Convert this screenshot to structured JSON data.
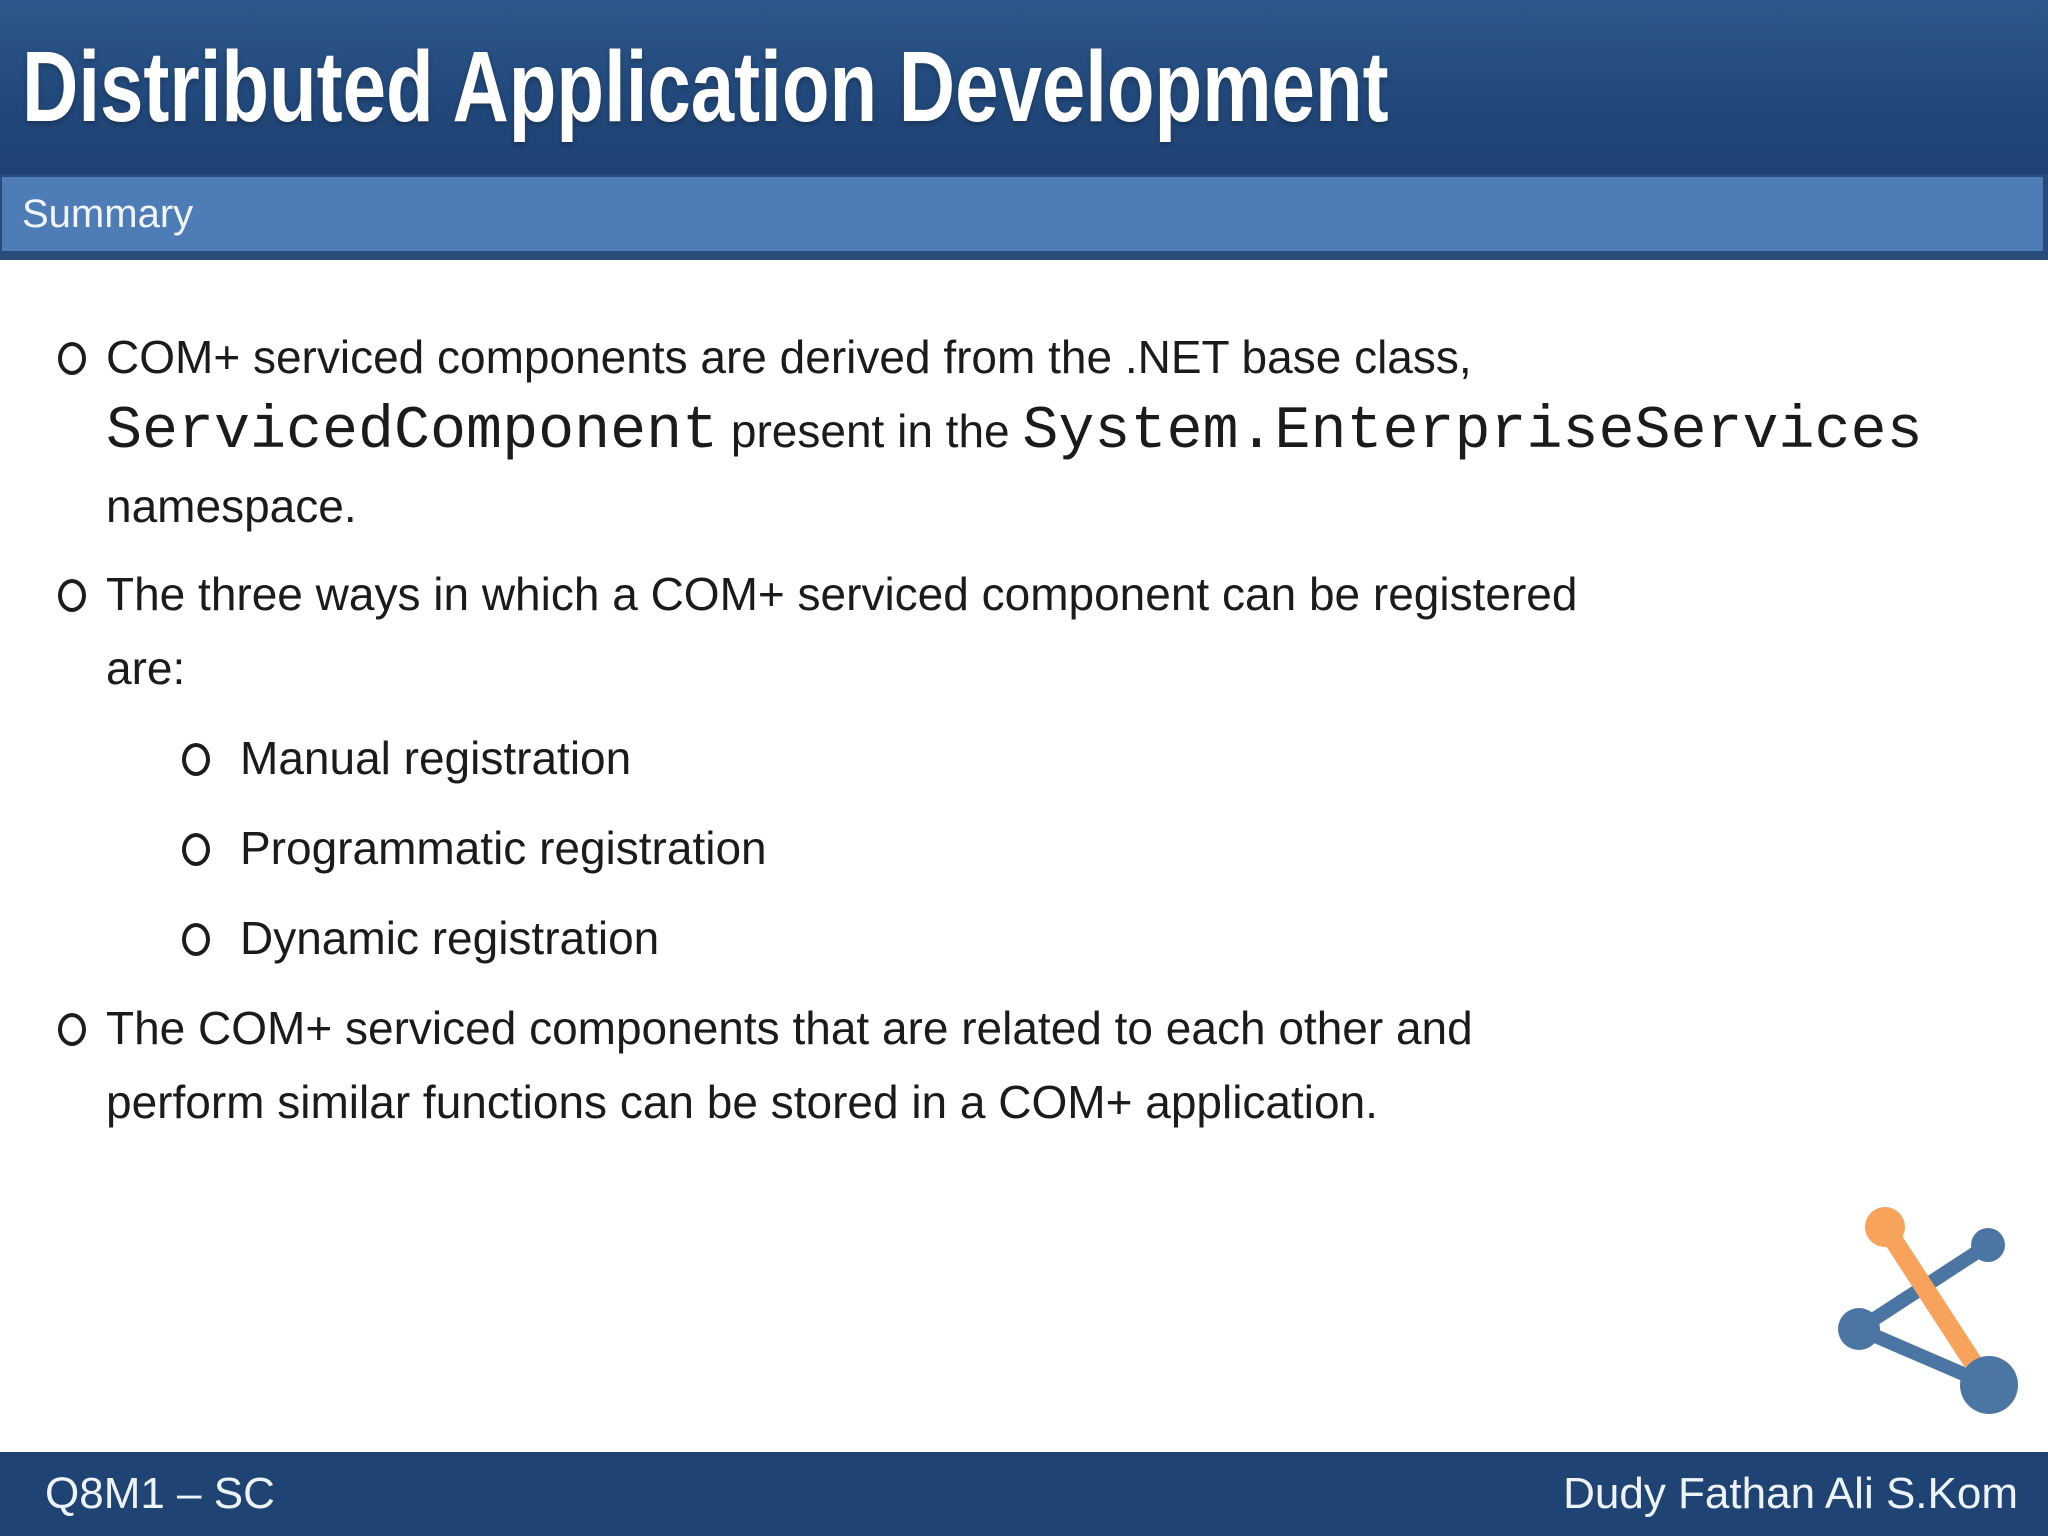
{
  "slide": {
    "title": "Distributed Application Development",
    "section_label": "Summary",
    "footer": {
      "left": "Q8M1 – SC",
      "right": "Dudy Fathan Ali S.Kom"
    }
  },
  "content": {
    "bullet1": {
      "line1": "COM+ serviced components are derived from the .NET base class,",
      "line2_code1": "ServicedComponent",
      "line2_text": " present in the ",
      "line2_code2": "System.EnterpriseServices",
      "line3": "namespace."
    },
    "bullet2": {
      "line1": "The three ways in which a COM+ serviced component can be registered",
      "line2": "are:"
    },
    "sub_bullets": {
      "item1": "Manual registration",
      "item2": "Programmatic registration",
      "item3": "Dynamic registration"
    },
    "bullet3": {
      "line1": "The COM+ serviced components that are related to each other and",
      "line2": "perform similar functions can be stored in a COM+ application."
    }
  },
  "icons": {
    "bullet_marker": "hollow-circle-bullet",
    "logo": "network-nodes-logo"
  },
  "colors": {
    "header_bg": "#22497c",
    "section_band_bg": "#4e7cb7",
    "section_band_border": "#294b7a",
    "footer_bg": "#1f4474",
    "body_text": "#1b1b1b",
    "logo_orange": "#f8a35c",
    "logo_blue": "#4b76a3"
  }
}
